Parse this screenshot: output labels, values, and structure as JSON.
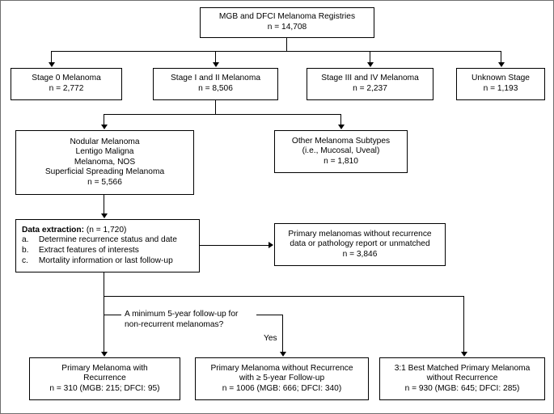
{
  "figure": {
    "title": "Melanoma registry cohort selection flow diagram",
    "nodes": {
      "registries": {
        "line1": "MGB and DFCI Melanoma Registries",
        "line2": "n = 14,708"
      },
      "stage0": {
        "line1": "Stage 0 Melanoma",
        "line2": "n = 2,772"
      },
      "stage12": {
        "line1": "Stage I and II Melanoma",
        "line2": "n = 8,506"
      },
      "stage34": {
        "line1": "Stage III and IV Melanoma",
        "line2": "n = 2,237"
      },
      "unknown": {
        "line1": "Unknown Stage",
        "line2": "n = 1,193"
      },
      "subtypes_included": {
        "line1": "Nodular Melanoma",
        "line2": "Lentigo Maligna",
        "line3": "Melanoma, NOS",
        "line4": "Superficial Spreading Melanoma",
        "line5": "n = 5,566"
      },
      "subtypes_other": {
        "line1": "Other Melanoma Subtypes",
        "line2": "(i.e., Mucosal, Uveal)",
        "line3": "n = 1,810"
      },
      "data_extraction": {
        "heading_bold": "Data extraction:",
        "heading_rest": "(n = 1,720)",
        "item_a_marker": "a.",
        "item_a": "Determine recurrence status and date",
        "item_b_marker": "b.",
        "item_b": "Extract features of interests",
        "item_c_marker": "c.",
        "item_c": "Mortality information or last follow-up"
      },
      "excluded": {
        "line1": "Primary melanomas without recurrence",
        "line2": "data or pathology report or unmatched",
        "line3": "n = 3,846"
      },
      "with_recurrence": {
        "line1": "Primary Melanoma with",
        "line2": "Recurrence",
        "line3": "n = 310 (MGB: 215; DFCI: 95)"
      },
      "without_recurrence_5y": {
        "line1": "Primary Melanoma without Recurrence",
        "line2": "with ≥ 5-year Follow-up",
        "line3": "n = 1006 (MGB: 666; DFCI: 340)"
      },
      "matched": {
        "line1": "3:1 Best Matched Primary Melanoma",
        "line2": "without Recurrence",
        "line3": "n = 930 (MGB: 645; DFCI: 285)"
      }
    },
    "annotations": {
      "decision_line1": "A minimum 5-year follow-up for",
      "decision_line2": "non-recurrent melanomas?",
      "yes_label": "Yes"
    }
  }
}
